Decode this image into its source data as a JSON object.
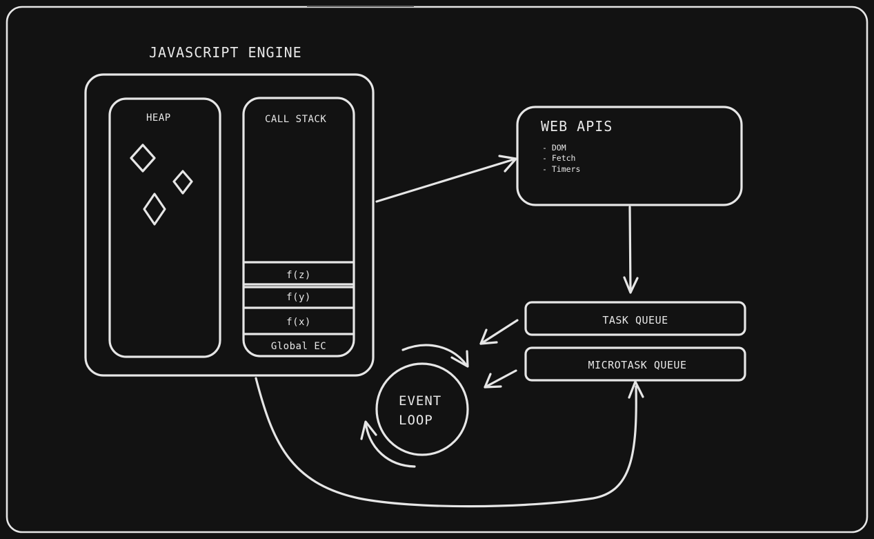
{
  "diagram": {
    "engine_title": "JAVASCRIPT ENGINE",
    "heap_label": "HEAP",
    "call_stack_label": "CALL STACK",
    "stack_frames": [
      "f(z)",
      "f(y)",
      "f(x)",
      "Global EC"
    ],
    "web_apis_title": "WEB APIS",
    "web_apis_items": [
      "- DOM",
      "- Fetch",
      "- Timers"
    ],
    "task_queue_label": "TASK QUEUE",
    "microtask_queue_label": "MICROTASK QUEUE",
    "event_loop_line1": "EVENT",
    "event_loop_line2": "LOOP"
  },
  "colors": {
    "background": "#121212",
    "ink": "#e6e6e6"
  }
}
